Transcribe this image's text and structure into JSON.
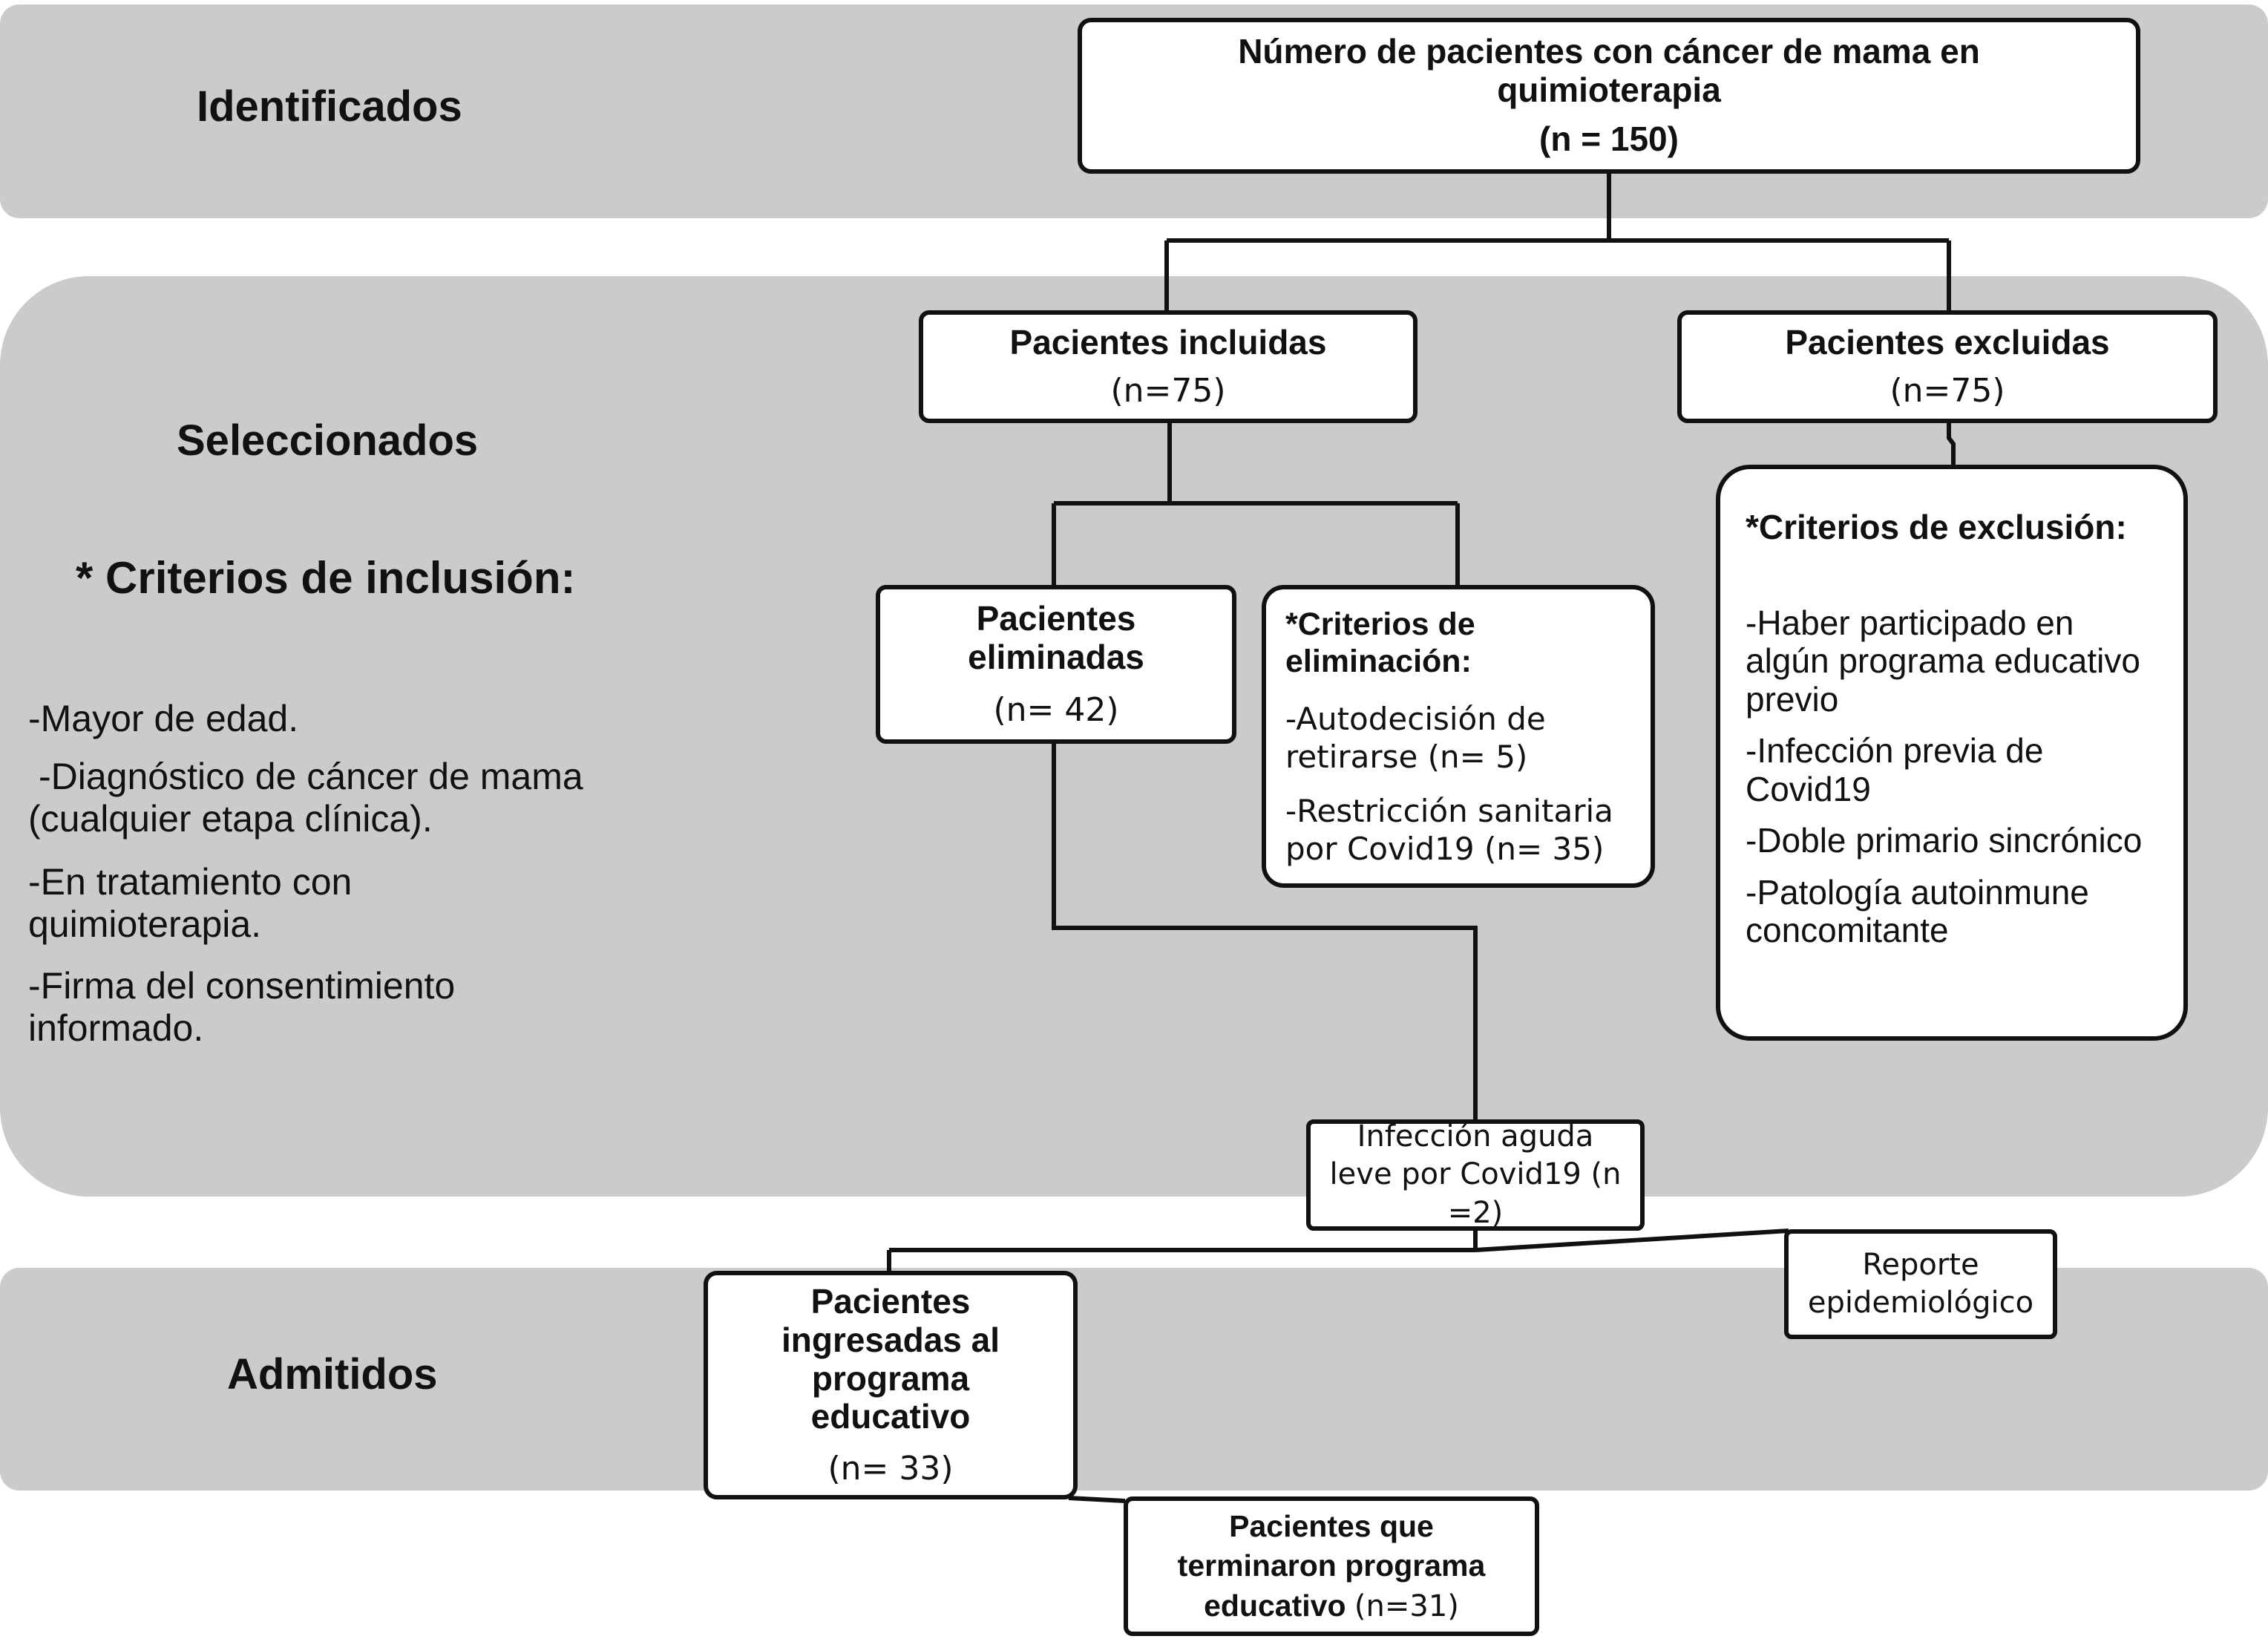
{
  "stages": {
    "identified": "Identificados",
    "selected": "Seleccionados",
    "admitted": "Admitidos"
  },
  "inclusion": {
    "title": "* Criterios de inclusión:",
    "items": [
      "-Mayor de edad.",
      "-Diagnóstico de cáncer de mama (cualquier etapa clínica).",
      "-En tratamiento con quimioterapia.",
      "-Firma del consentimiento informado."
    ]
  },
  "boxes": {
    "total": {
      "title": "Número de pacientes con cáncer de mama en quimioterapia",
      "n": "(n = 150)"
    },
    "included": {
      "title": "Pacientes incluidas",
      "n": "(n=75)"
    },
    "excluded": {
      "title": "Pacientes excluidas",
      "n": "(n=75)"
    },
    "eliminated": {
      "title": "Pacientes eliminadas",
      "n": "(n= 42)"
    },
    "admitted": {
      "title": "Pacientes ingresadas al programa educativo",
      "n": "(n= 33)"
    },
    "finished": {
      "title": "Pacientes que terminaron programa educativo",
      "n": "(n=31)"
    },
    "infection": {
      "text": "Infección aguda leve por Covid19 (n =2)"
    },
    "report": {
      "text": "Reporte epidemiológico"
    }
  },
  "elimination_criteria": {
    "title": "*Criterios de eliminación:",
    "items": [
      "-Autodecisión de retirarse  (n= 5)",
      "-Restricción sanitaria por Covid19  (n= 35)"
    ]
  },
  "exclusion_criteria": {
    "title": "*Criterios de exclusión:",
    "items": [
      "-Haber participado en algún programa educativo previo",
      "-Infección previa de Covid19",
      "-Doble primario sincrónico",
      "-Patología autoinmune concomitante"
    ]
  },
  "colors": {
    "band": "#cbcbcb",
    "box_fill": "#ffffff",
    "stroke": "#111111"
  }
}
